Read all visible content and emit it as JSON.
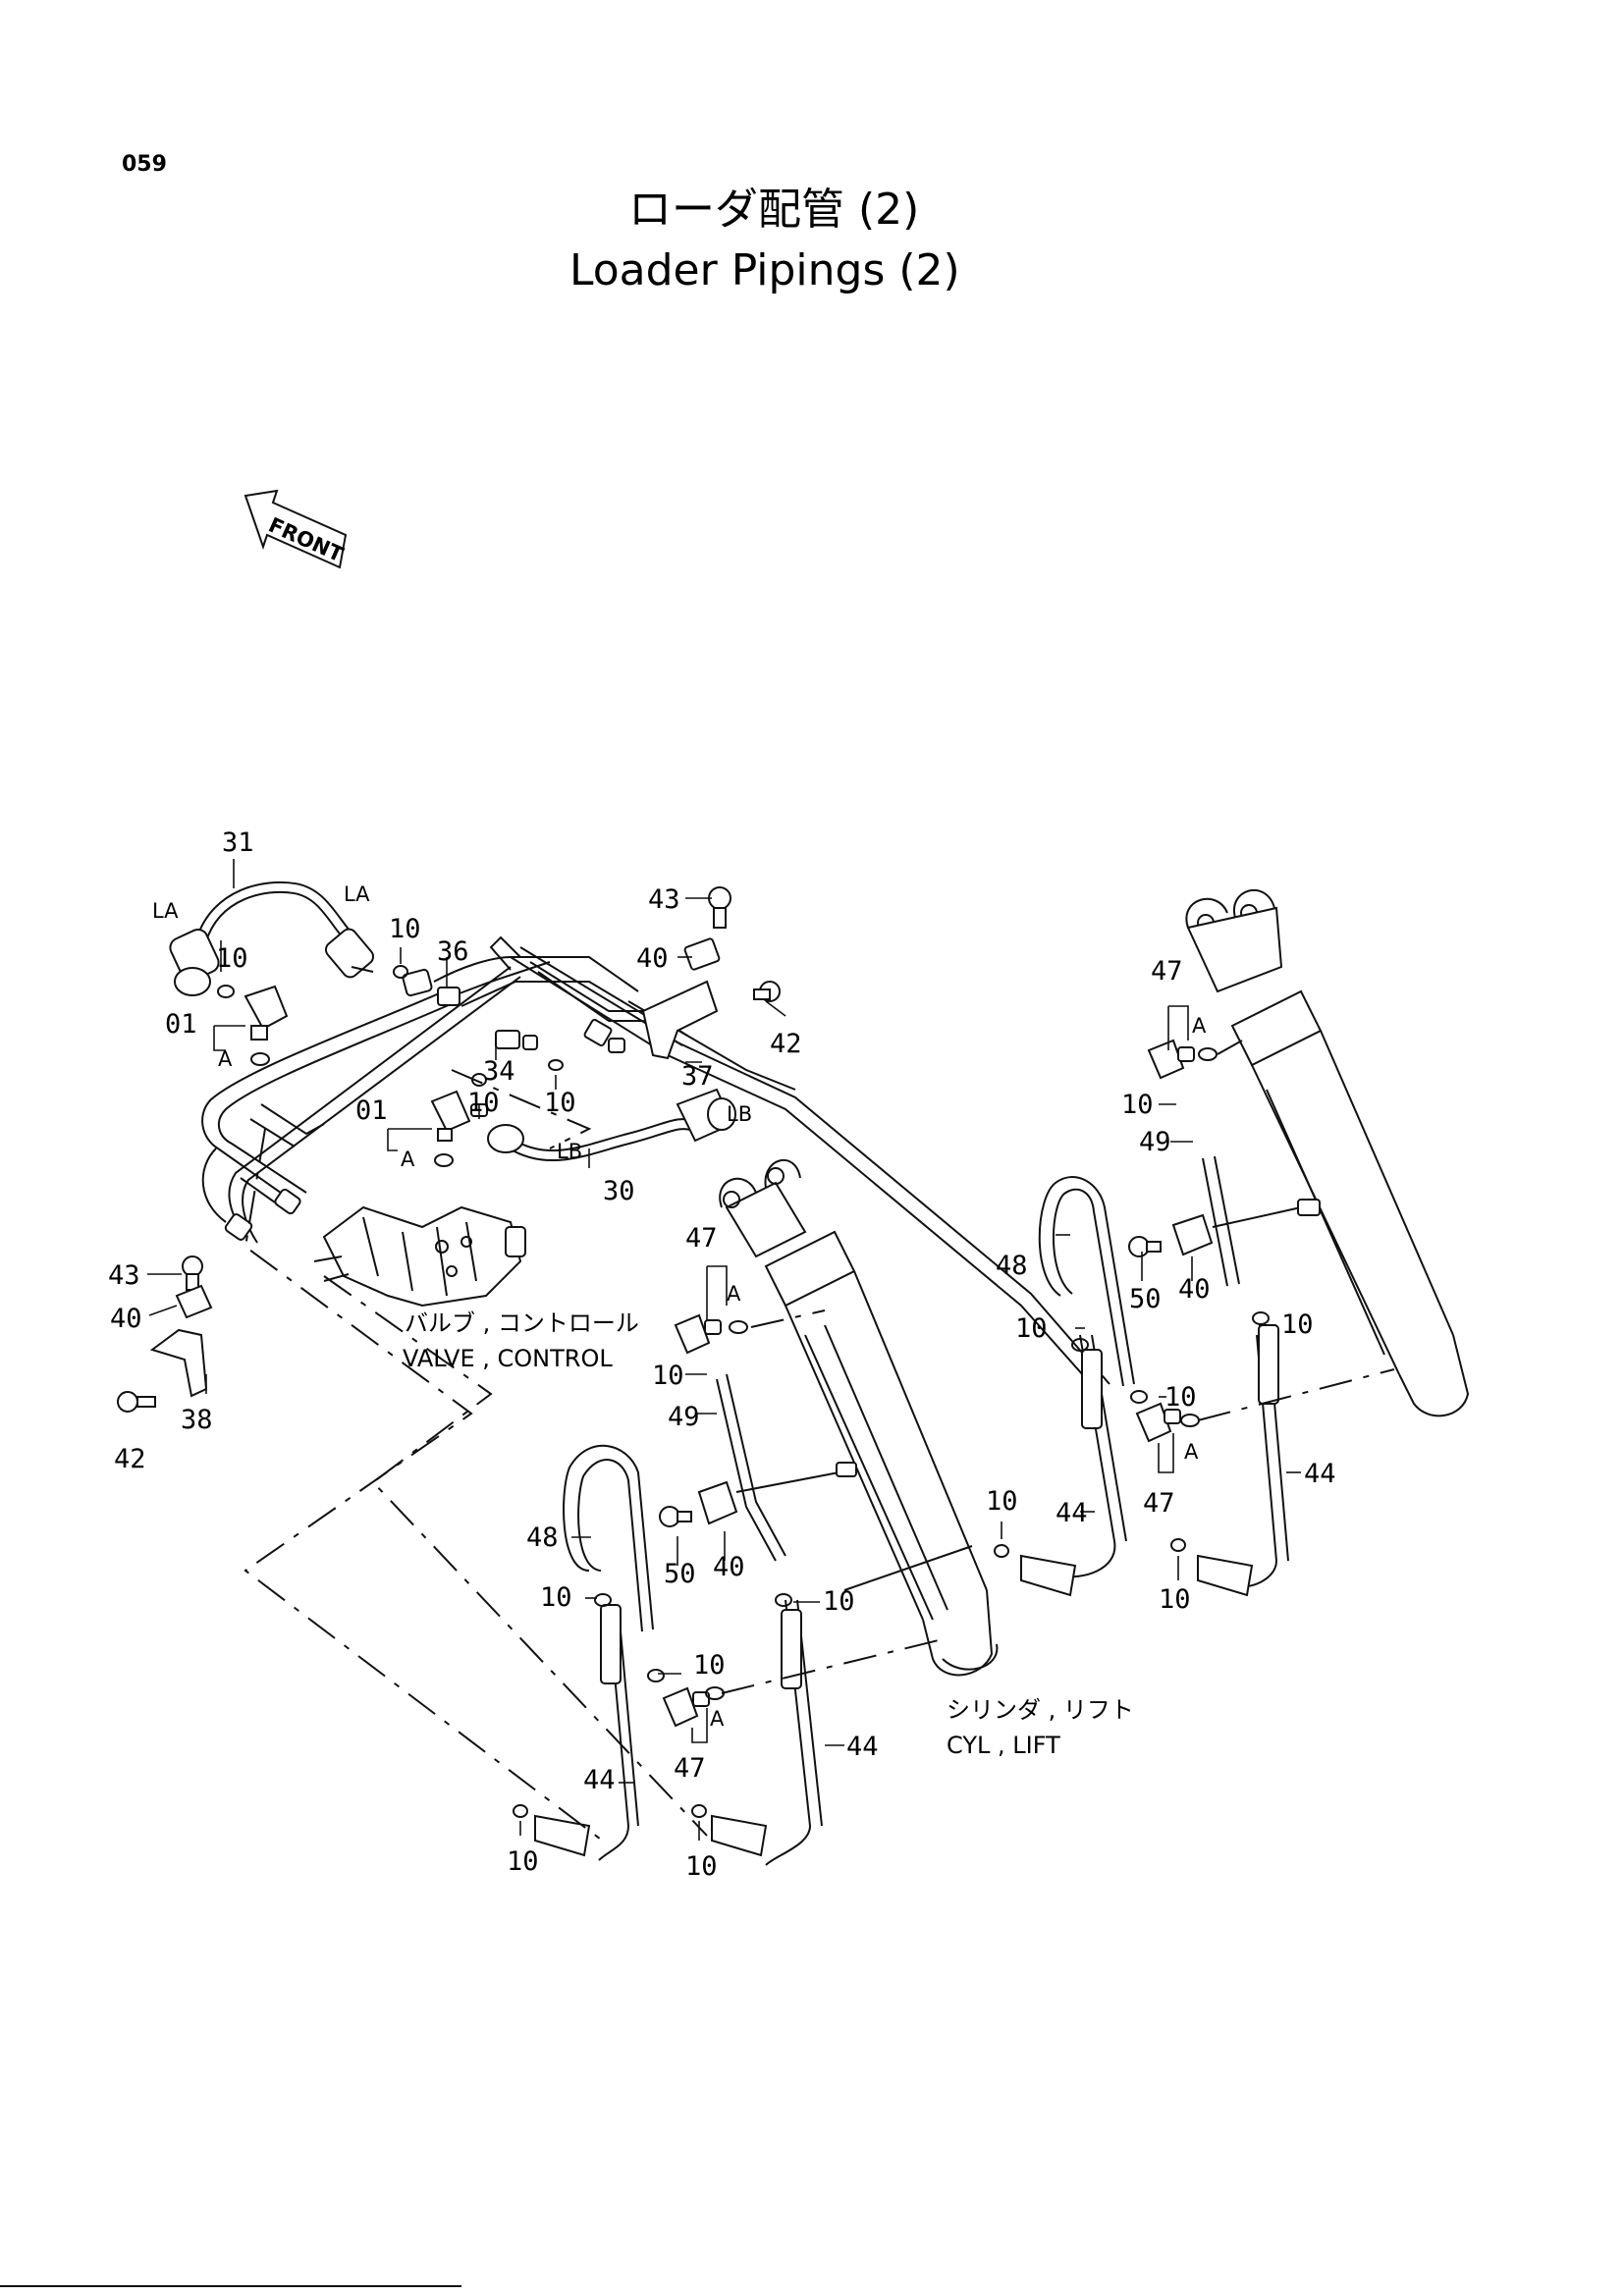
{
  "page_number": "059",
  "title_jp": "ローダ配管 (2)",
  "title_en": "Loader Pipings (2)",
  "front_label": "FRONT",
  "captions": {
    "valve_jp": "バルブ , コントロール",
    "valve_en": "VALVE , CONTROL",
    "cyl_jp": "シリンダ , リフト",
    "cyl_en": "CYL , LIFT"
  },
  "port_labels": {
    "la": "LA",
    "lb": "LB",
    "a": "A"
  },
  "part_numbers": {
    "p01": "01",
    "p10": "10",
    "p30": "30",
    "p31": "31",
    "p34": "34",
    "p36": "36",
    "p37": "37",
    "p38": "38",
    "p40": "40",
    "p42": "42",
    "p43": "43",
    "p44": "44",
    "p47": "47",
    "p48": "48",
    "p49": "49",
    "p50": "50"
  }
}
